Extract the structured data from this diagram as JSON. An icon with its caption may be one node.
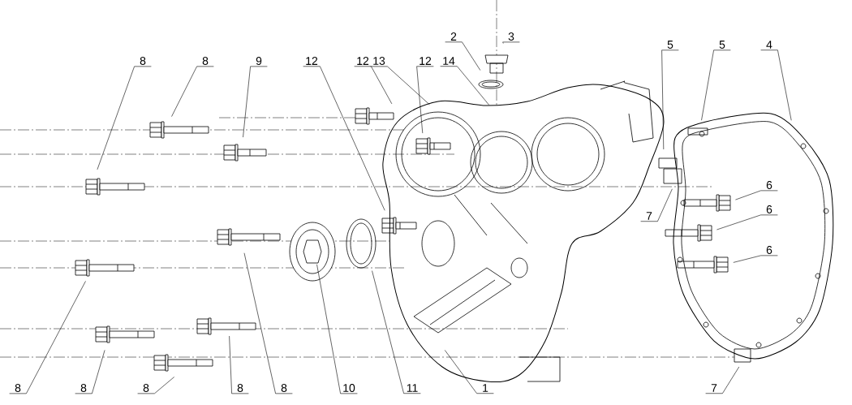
{
  "diagram": {
    "nodes": [
      {
        "text": [
          "2"
        ]
      },
      {
        "text": [
          "3"
        ]
      },
      {
        "text": [
          "5"
        ]
      },
      {
        "text": [
          "5"
        ]
      },
      {
        "text": [
          "4"
        ]
      },
      {
        "text": [
          "8"
        ]
      },
      {
        "text": [
          "8"
        ]
      },
      {
        "text": [
          "9"
        ]
      },
      {
        "text": [
          "12"
        ]
      },
      {
        "text": [
          "12"
        ]
      },
      {
        "text": [
          "13"
        ]
      },
      {
        "text": [
          "12"
        ]
      },
      {
        "text": [
          "14"
        ]
      },
      {
        "text": [
          "6"
        ]
      },
      {
        "text": [
          "7"
        ]
      },
      {
        "text": [
          "6"
        ]
      },
      {
        "text": [
          "6"
        ]
      },
      {
        "text": [
          "8"
        ]
      },
      {
        "text": [
          "8"
        ]
      },
      {
        "text": [
          "8"
        ]
      },
      {
        "text": [
          "8"
        ]
      },
      {
        "text": [
          "8"
        ]
      },
      {
        "text": [
          "10"
        ]
      },
      {
        "text": [
          "11"
        ]
      },
      {
        "text": [
          "1"
        ]
      },
      {
        "text": [
          "7"
        ]
      }
    ],
    "edges": [
      {
        "from": 0,
        "to": null,
        "arrow": "none"
      },
      {
        "from": 1,
        "to": null,
        "arrow": "none"
      },
      {
        "from": 2,
        "to": null,
        "arrow": "none"
      },
      {
        "from": 3,
        "to": null,
        "arrow": "none"
      },
      {
        "from": 4,
        "to": null,
        "arrow": "none"
      },
      {
        "from": 5,
        "to": null,
        "arrow": "none"
      },
      {
        "from": 6,
        "to": null,
        "arrow": "none"
      },
      {
        "from": 7,
        "to": null,
        "arrow": "none"
      },
      {
        "from": 8,
        "to": null,
        "arrow": "none"
      },
      {
        "from": 9,
        "to": null,
        "arrow": "none"
      },
      {
        "from": 10,
        "to": null,
        "arrow": "none"
      },
      {
        "from": 11,
        "to": null,
        "arrow": "none"
      },
      {
        "from": 12,
        "to": null,
        "arrow": "none"
      },
      {
        "from": 13,
        "to": null,
        "arrow": "none"
      },
      {
        "from": 14,
        "to": null,
        "arrow": "none"
      },
      {
        "from": 15,
        "to": null,
        "arrow": "none"
      },
      {
        "from": 16,
        "to": null,
        "arrow": "none"
      },
      {
        "from": 17,
        "to": null,
        "arrow": "none"
      },
      {
        "from": 18,
        "to": null,
        "arrow": "none"
      },
      {
        "from": 19,
        "to": null,
        "arrow": "none"
      },
      {
        "from": 20,
        "to": null,
        "arrow": "none"
      },
      {
        "from": 21,
        "to": null,
        "arrow": "none"
      },
      {
        "from": 22,
        "to": null,
        "arrow": "none"
      },
      {
        "from": 23,
        "to": null,
        "arrow": "none"
      },
      {
        "from": 24,
        "to": null,
        "arrow": "none"
      },
      {
        "from": 25,
        "to": null,
        "arrow": "none"
      }
    ]
  }
}
